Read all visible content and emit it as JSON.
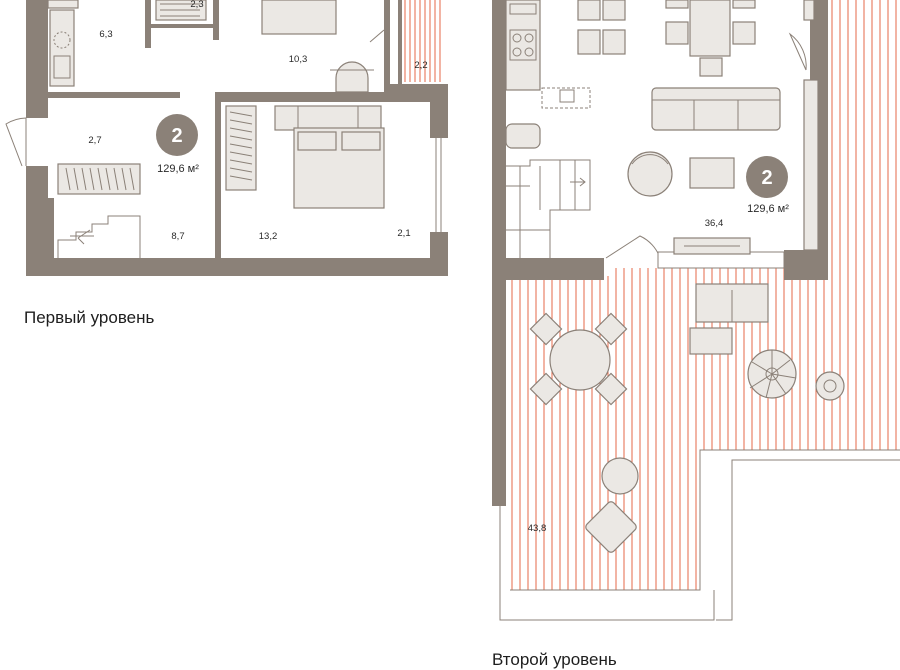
{
  "levels": [
    {
      "caption": "Первый уровень",
      "badge": {
        "number": "2",
        "total_area": "129,6 м²"
      },
      "room_areas": [
        "6,3",
        "2,3",
        "10,3",
        "2,2",
        "2,7",
        "8,7",
        "13,2",
        "2,1"
      ]
    },
    {
      "caption": "Второй уровень",
      "badge": {
        "number": "2",
        "total_area": "129,6 м²"
      },
      "room_areas": [
        "36,4",
        "43,8"
      ]
    }
  ],
  "colors": {
    "wall": "#8b8178",
    "terrace_slats": "#e46a4a",
    "furniture_fill": "#ebe8e4"
  }
}
